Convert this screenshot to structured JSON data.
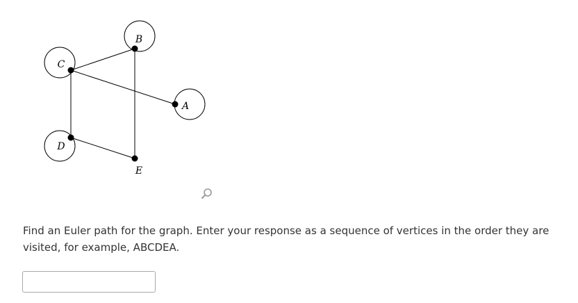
{
  "graph": {
    "vertices": [
      "A",
      "B",
      "C",
      "D",
      "E"
    ],
    "edges": [
      [
        "C",
        "B"
      ],
      [
        "C",
        "A"
      ],
      [
        "C",
        "D"
      ],
      [
        "B",
        "E"
      ],
      [
        "D",
        "E"
      ]
    ]
  },
  "zoom": {
    "icon": "magnifier-icon"
  },
  "question": {
    "text": "Find an Euler path for the graph. Enter your response as a sequence of vertices in the order they are visited, for example, ABCDEA."
  },
  "answer": {
    "value": "",
    "placeholder": ""
  }
}
